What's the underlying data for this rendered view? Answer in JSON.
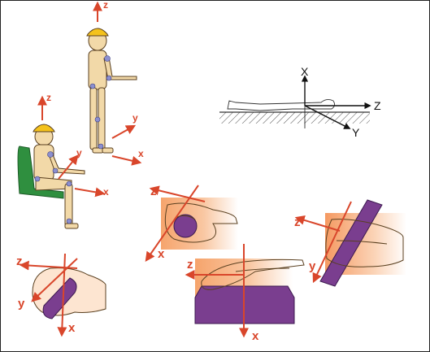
{
  "colors": {
    "axis": "#d9462b",
    "skin": "#f2d9a8",
    "skin_outline": "#5a4020",
    "helmet": "#f4c21c",
    "joint": "#8c8fcf",
    "chair": "#2f8f3f",
    "grip": "#7a3e8f",
    "panel_warm": "#f6a46c",
    "panel_light": "#fde5d1",
    "ground": "#555555"
  },
  "figures": {
    "standing": {
      "z": "z",
      "y": "y",
      "x": "x"
    },
    "seated": {
      "z": "z",
      "y": "y",
      "x": "x"
    },
    "lying": {
      "x": "X",
      "z": "Z",
      "y": "Y"
    },
    "grip_ball": {
      "z": "z",
      "x": "x"
    },
    "grip_bar": {
      "z": "z",
      "y": "y"
    },
    "flat_hand": {
      "z": "z",
      "x": "x"
    },
    "grip_cylinder": {
      "z": "z",
      "y": "y",
      "x": "x"
    }
  }
}
